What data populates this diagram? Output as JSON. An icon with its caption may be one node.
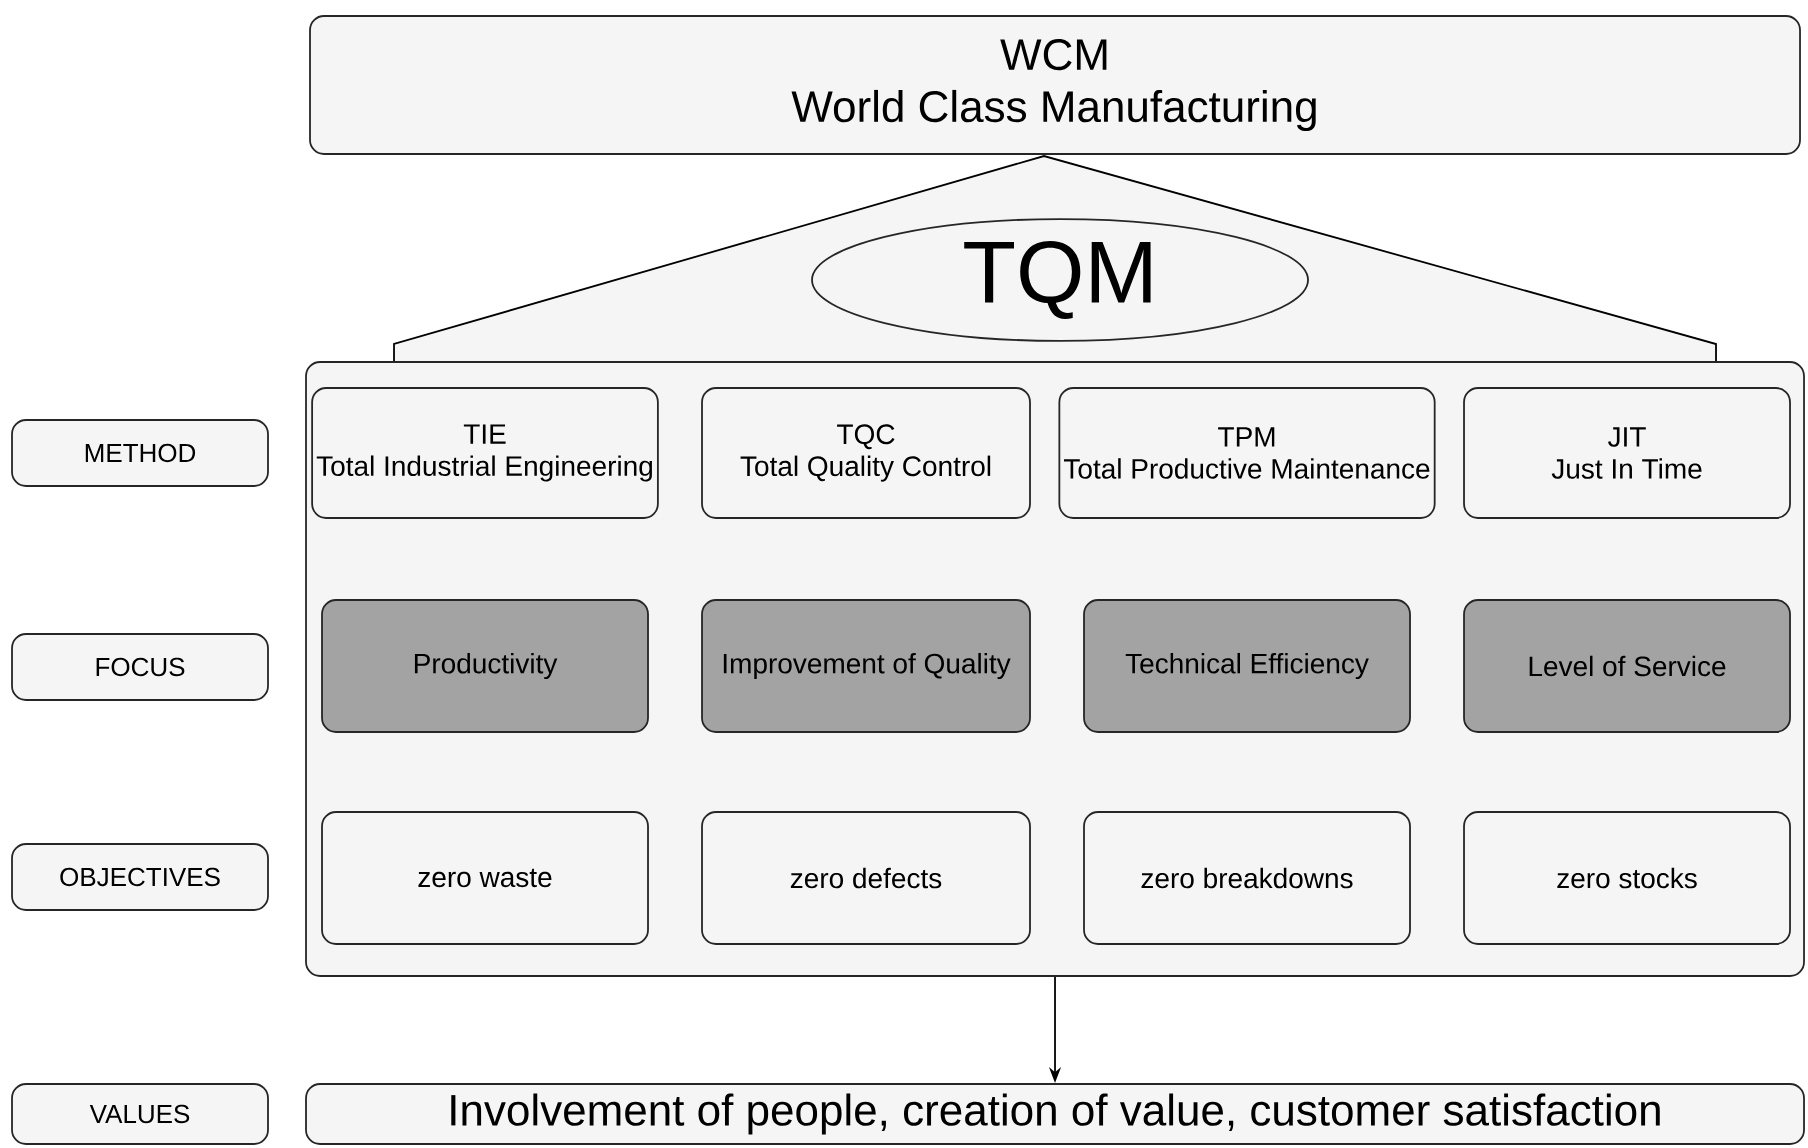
{
  "diagram": {
    "nodes": [
      {
        "text": [
          "WCM",
          "World Class Manufacturing"
        ]
      },
      {
        "text": [
          "TQM"
        ]
      },
      {
        "text": [],
        "shape": "box"
      },
      {
        "text": [
          "METHOD"
        ]
      },
      {
        "text": [
          "TIE",
          "Total Industrial Engineering"
        ],
        "in": 2
      },
      {
        "text": [
          "TQC",
          "Total Quality Control"
        ],
        "in": 2
      },
      {
        "text": [
          "TPM",
          "Total Productive Maintenance"
        ],
        "in": 2
      },
      {
        "text": [
          "JIT",
          "Just In Time"
        ],
        "in": 2
      },
      {
        "text": [
          "FOCUS"
        ]
      },
      {
        "text": [
          "Productivity"
        ],
        "in": 2
      },
      {
        "text": [
          "Improvement of Quality"
        ],
        "in": 2
      },
      {
        "text": [
          "Technical Efficiency"
        ],
        "in": 2
      },
      {
        "text": [
          "Level of Service"
        ],
        "in": 2
      },
      {
        "text": [
          "OBJECTIVES"
        ]
      },
      {
        "text": [
          "zero waste"
        ],
        "in": 2
      },
      {
        "text": [
          "zero defects"
        ],
        "in": 2
      },
      {
        "text": [
          "zero breakdowns"
        ],
        "in": 2
      },
      {
        "text": [
          "zero stocks"
        ],
        "in": 2
      },
      {
        "text": [
          "VALUES"
        ]
      },
      {
        "text": [
          "Involvement of people, creation of value, customer satisfaction"
        ]
      }
    ],
    "edges": [
      {
        "from": 2,
        "to": 19,
        "arrow": "to"
      }
    ]
  }
}
